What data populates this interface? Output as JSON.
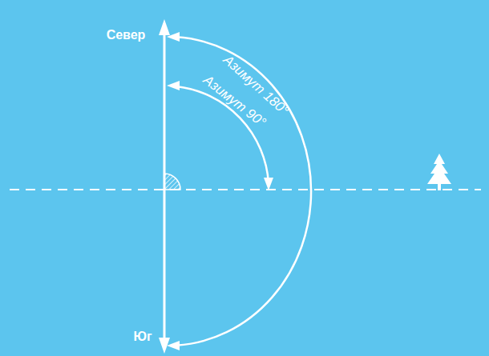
{
  "diagram": {
    "labels": [
      "Север",
      "Азимут 180°",
      "Азимут 90°",
      "Юг"
    ]
  }
}
